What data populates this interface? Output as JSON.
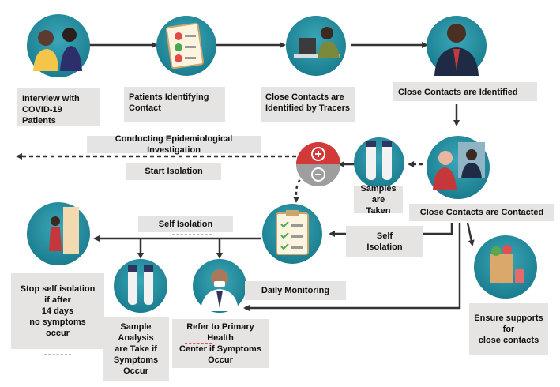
{
  "labels": {
    "interview": "Interview with\nCOVID-19 Patients",
    "identifying": "Patients Identifying\nContact",
    "identified_tracers": "Close Contacts are\nIdentified by Tracers",
    "identified": "Close Contacts are Identified",
    "investigation": "Conducting Epidemiological Investigation",
    "start_isolation": "Start Isolation",
    "samples_taken": "Samples are\nTaken",
    "contacted": "Close Contacts are Contacted",
    "self_isolation_mid": "Self\nIsolation",
    "self_isolation_top": "Self Isolation",
    "daily_monitoring": "Daily Monitoring",
    "stop_isolation": "Stop self isolation\nif after\n14 days\nno symptoms\noccur",
    "sample_analysis": "Sample Analysis\nare Take if\nSymptoms\nOccur",
    "refer": "Refer to Primary Health\nCenter if Symptoms\nOccur",
    "ensure_supports": "Ensure supports\nfor\nclose contacts"
  },
  "icons": {
    "interview": "patient-interview-icon",
    "identifying": "clipboard-checklist-icon",
    "tracers": "tracer-at-desk-icon",
    "identified": "contact-person-icon",
    "contacted": "video-call-icon",
    "samples": "test-tubes-icon",
    "positive_negative": "plus-minus-test-icon",
    "monitoring": "monitoring-clipboard-icon",
    "stop_isolation": "open-door-icon",
    "sample_analysis": "sample-tubes-icon",
    "doctor": "doctor-icon",
    "supports": "grocery-supplies-icon"
  },
  "colors": {
    "circle": "#1f8a9c",
    "arrow": "#333333",
    "label_bg": "#e6e3e3",
    "positive_red": "#d23a3a"
  }
}
